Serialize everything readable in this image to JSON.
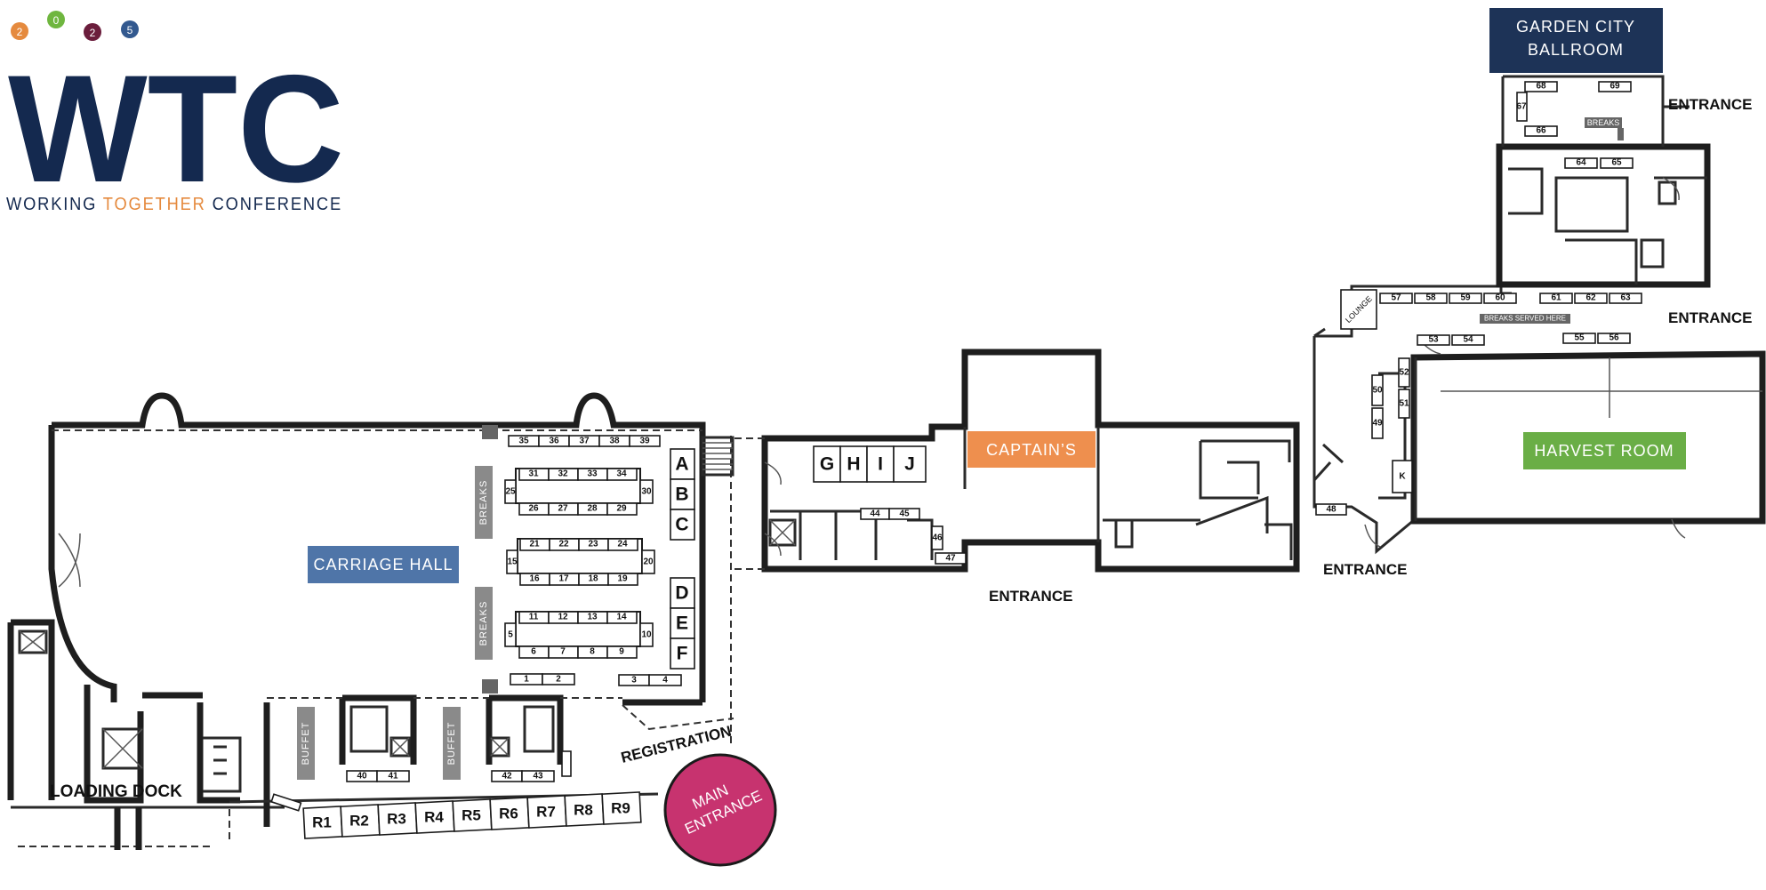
{
  "logo": {
    "year_digits": [
      "2",
      "0",
      "2",
      "5"
    ],
    "acronym": "WTC",
    "tagline_part1": "WORKING ",
    "tagline_part2": "TOGETHER",
    "tagline_part3": " CONFERENCE"
  },
  "rooms": {
    "carriage_hall": "CARRIAGE HALL",
    "captains": "CAPTAIN’S",
    "harvest_room": "HARVEST ROOM",
    "garden_city_line1": "GARDEN CITY",
    "garden_city_line2": "BALLROOM"
  },
  "areas": {
    "loading_dock": "LOADING DOCK",
    "registration": "REGISTRATION",
    "main_entrance_line1": "MAIN",
    "main_entrance_line2": "ENTRANCE",
    "entrance": "ENTRANCE",
    "breaks": "BREAKS",
    "buffet": "BUFFET",
    "breaks_served_here": "BREAKS SERVED HERE",
    "lounge": "LOUNGE"
  },
  "letter_booths": [
    "A",
    "B",
    "C",
    "D",
    "E",
    "F",
    "G",
    "H",
    "I",
    "J",
    "K"
  ],
  "reserved_booths": [
    "R1",
    "R2",
    "R3",
    "R4",
    "R5",
    "R6",
    "R7",
    "R8",
    "R9"
  ],
  "booths": {
    "row_35_39": [
      "35",
      "36",
      "37",
      "38",
      "39"
    ],
    "t1_top": [
      "31",
      "32",
      "33",
      "34"
    ],
    "t1_bottom": [
      "26",
      "27",
      "28",
      "29"
    ],
    "t1_left": "25",
    "t1_right": "30",
    "t2_top": [
      "21",
      "22",
      "23",
      "24"
    ],
    "t2_bottom": [
      "16",
      "17",
      "18",
      "19"
    ],
    "t2_left": "15",
    "t2_right": "20",
    "t3_top": [
      "11",
      "12",
      "13",
      "14"
    ],
    "t3_bottom": [
      "6",
      "7",
      "8",
      "9"
    ],
    "t3_left": "5",
    "t3_right": "10",
    "b_1_2": [
      "1",
      "2"
    ],
    "b_3_4": [
      "3",
      "4"
    ],
    "b_40_41": [
      "40",
      "41"
    ],
    "b_42_43": [
      "42",
      "43"
    ],
    "b_44_45": [
      "44",
      "45"
    ],
    "b_46": "46",
    "b_47": "47",
    "b_48": "48",
    "b_49": "49",
    "b_50": "50",
    "b_51": "51",
    "b_52": "52",
    "b_53_54": [
      "53",
      "54"
    ],
    "b_55_56": [
      "55",
      "56"
    ],
    "b_57_60": [
      "57",
      "58",
      "59",
      "60"
    ],
    "b_61_63": [
      "61",
      "62",
      "63"
    ],
    "b_64_65": [
      "64",
      "65"
    ],
    "b_66": "66",
    "b_67": "67",
    "b_68": "68",
    "b_69": "69"
  },
  "colors": {
    "navy": "#14294f",
    "orange": "#e58a3e",
    "green": "#6fb63f",
    "maroon": "#6b1d3c",
    "blue_digit": "#33598f",
    "carriage": "#4f75a8",
    "captains": "#ee8f4e",
    "harvest": "#6aae46",
    "garden": "#1d3357",
    "main_entrance": "#c7336f"
  }
}
